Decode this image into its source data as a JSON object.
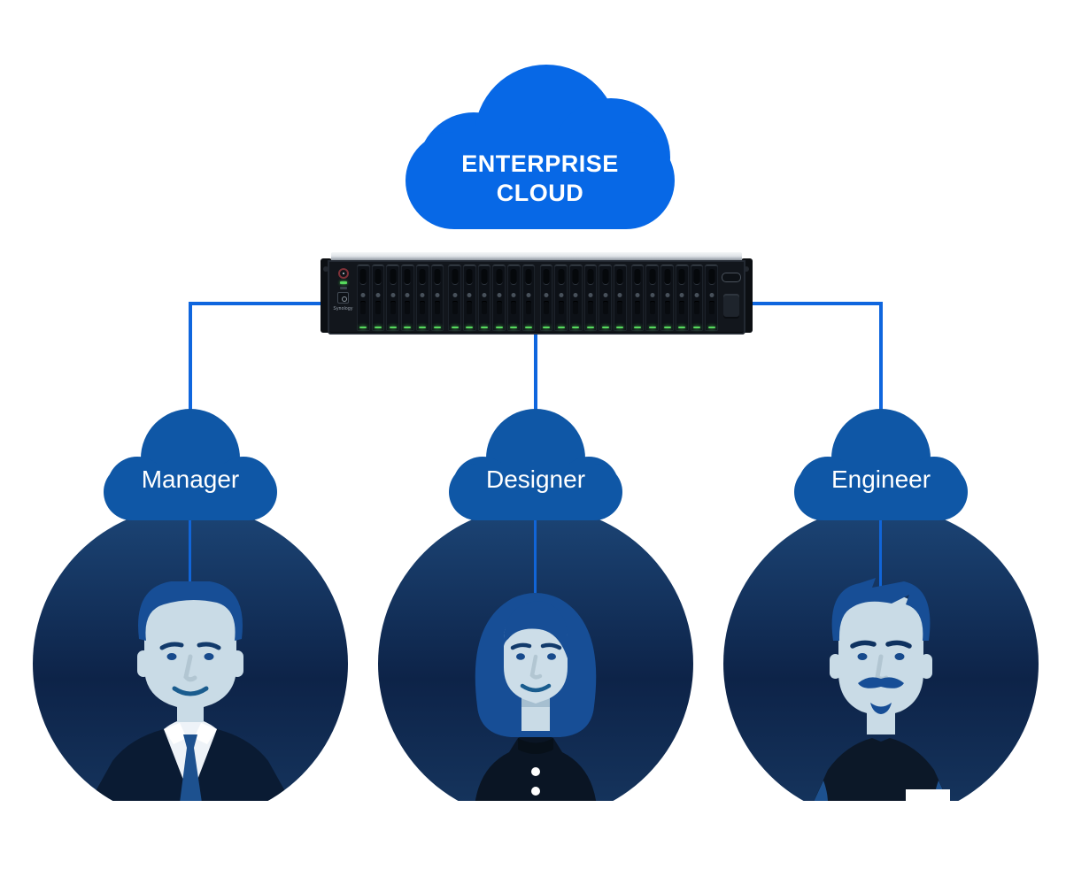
{
  "colors": {
    "cloud_blue": "#0768e6",
    "label_cloud_blue": "#0f57a6",
    "line_blue": "#0f66de",
    "led_green": "#57d95d"
  },
  "enterprise_cloud": {
    "line1": "ENTERPRISE",
    "line2": "CLOUD"
  },
  "server": {
    "brand": "Synology",
    "bay_groups": "4",
    "bays_per_group": "6"
  },
  "users": [
    {
      "id": "manager",
      "label": "Manager"
    },
    {
      "id": "designer",
      "label": "Designer"
    },
    {
      "id": "engineer",
      "label": "Engineer"
    }
  ]
}
